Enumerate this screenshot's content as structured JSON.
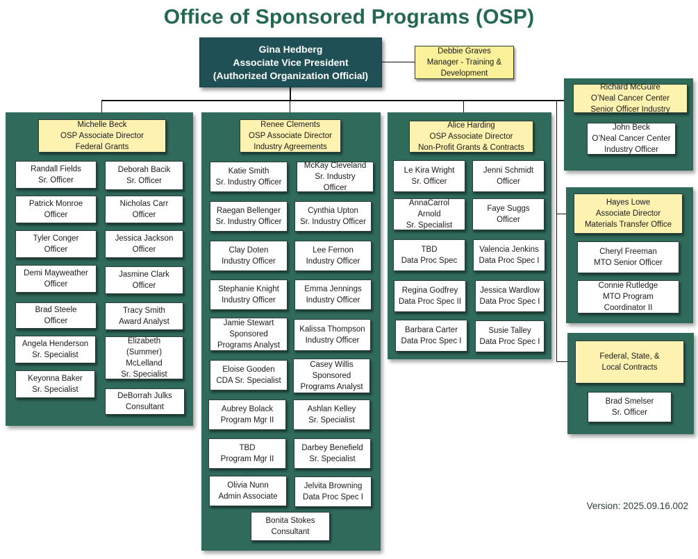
{
  "title": "Office of Sponsored Programs (OSP)",
  "version": "Version: 2025.09.16.002",
  "colors": {
    "title": "#23684f",
    "panel": "#2f6a5b",
    "top_box": "#1f5055",
    "manager_box": "#fdf2b0",
    "staff_box": "#ffffff"
  },
  "executive": {
    "lines": [
      "Gina Hedberg",
      "Associate Vice President",
      "(Authorized Organization Official)"
    ]
  },
  "assistant": {
    "lines": [
      "Debbie Graves",
      "Manager - Training &",
      "Development"
    ]
  },
  "groups": [
    {
      "id": "federal-grants",
      "head": [
        "Michelle Beck",
        "OSP Associate Director",
        "Federal Grants"
      ],
      "staff": [
        [
          "Randall Fields",
          "Sr. Officer"
        ],
        [
          "Deborah Bacik",
          "Sr. Officer"
        ],
        [
          "Patrick Monroe",
          "Officer"
        ],
        [
          "Nicholas Carr",
          "Officer"
        ],
        [
          "Tyler Conger",
          "Officer"
        ],
        [
          "Jessica Jackson",
          "Officer"
        ],
        [
          "Demi Mayweather",
          "Officer"
        ],
        [
          "Jasmine Clark",
          "Officer"
        ],
        [
          "Brad Steele",
          "Officer"
        ],
        [
          "Tracy Smith",
          "Award Analyst"
        ],
        [
          "Angela Henderson",
          "Sr. Specialist"
        ],
        [
          "Elizabeth",
          "(Summer)",
          "McLelland",
          "Sr. Specialist"
        ],
        [
          "Keyonna Baker",
          "Sr. Specialist"
        ],
        [
          "DeBorrah Julks",
          "Consultant"
        ]
      ]
    },
    {
      "id": "industry-agreements",
      "head": [
        "Renee Clements",
        "OSP Associate Director",
        "Industry Agreements"
      ],
      "staff": [
        [
          "Katie Smith",
          "Sr. Industry Officer"
        ],
        [
          "McKay Cleveland",
          "Sr. Industry",
          "Officer"
        ],
        [
          "Raegan Bellenger",
          "Sr. Industry Officer"
        ],
        [
          "Cynthia Upton",
          "Sr. Industry Officer"
        ],
        [
          "Clay Doten",
          "Industry Officer"
        ],
        [
          "Lee Fernon",
          "Industry Officer"
        ],
        [
          "Stephanie Knight",
          "Industry Officer"
        ],
        [
          "Emma Jennings",
          "Industry Officer"
        ],
        [
          "Jamie Stewart",
          "Sponsored",
          "Programs Analyst"
        ],
        [
          "Kalissa Thompson",
          "Industry Officer"
        ],
        [
          "Eloise Gooden",
          "CDA Sr. Specialist"
        ],
        [
          "Casey Willis",
          "Sponsored",
          "Programs Analyst"
        ],
        [
          "Aubrey Bolack",
          "Program Mgr II"
        ],
        [
          "Ashlan Kelley",
          "Sr. Specialist"
        ],
        [
          "TBD",
          "Program Mgr II"
        ],
        [
          "Darbey Benefield",
          "Sr. Specialist"
        ],
        [
          "Olivia Nunn",
          "Admin Associate"
        ],
        [
          "Jelvita Browning",
          "Data Proc Spec I"
        ],
        [
          "Bonita Stokes",
          "Consultant"
        ]
      ]
    },
    {
      "id": "non-profit",
      "head": [
        "Alice Harding",
        "OSP Associate Director",
        "Non-Profit Grants & Contracts"
      ],
      "staff": [
        [
          "Le Kira Wright",
          "Sr. Officer"
        ],
        [
          "Jenni Schmidt",
          "Officer"
        ],
        [
          "AnnaCarrol",
          "Arnold",
          "Sr. Specialist"
        ],
        [
          "Faye Suggs",
          "Officer"
        ],
        [
          "TBD",
          "Data Proc Spec"
        ],
        [
          "Valencia Jenkins",
          "Data Proc Spec I"
        ],
        [
          "Regina Godfrey",
          "Data Proc Spec II"
        ],
        [
          "Jessica Wardlow",
          "Data Proc Spec I"
        ],
        [
          "Barbara Carter",
          "Data Proc Spec I"
        ],
        [
          "Susie Talley",
          "Data Proc Spec I"
        ]
      ]
    },
    {
      "id": "oneal-cancer-center",
      "head": [
        "Richard McGuire",
        "O’Neal Cancer Center",
        "Senior Officer Industry"
      ],
      "staff": [
        [
          "John Beck",
          "O’Neal Cancer Center",
          "Industry Officer"
        ]
      ]
    },
    {
      "id": "materials-transfer",
      "head": [
        "Hayes Lowe",
        "Associate Director",
        "Materials Transfer Office"
      ],
      "staff": [
        [
          "Cheryl Freeman",
          "MTO Senior Officer"
        ],
        [
          "Connie Rutledge",
          "MTO Program",
          "Coordinator II"
        ]
      ]
    },
    {
      "id": "federal-state-local",
      "head": [
        "Federal, State, &",
        "Local Contracts"
      ],
      "staff": [
        [
          "Brad Smelser",
          "Sr. Officer"
        ]
      ]
    }
  ]
}
